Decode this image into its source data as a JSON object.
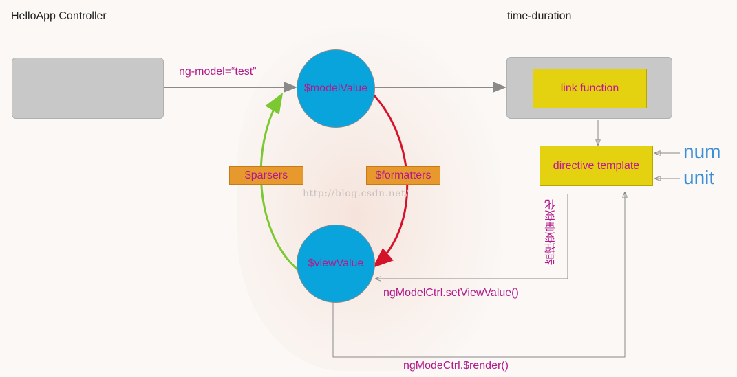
{
  "headers": {
    "controller": "HelloApp Controller",
    "directive": "time-duration"
  },
  "nodes": {
    "model_value": "$modelValue",
    "view_value": "$viewValue",
    "link_function": "link function",
    "directive_template": "directive template"
  },
  "pipelines": {
    "parsers": "$parsers",
    "formatters": "$formatters"
  },
  "edges": {
    "ng_model": "ng-model=“test”",
    "set_view_value": "ngModelCtrl.setViewValue()",
    "render": "ngModeCtrl.$render()",
    "watch_change": "监控变量变化"
  },
  "inputs": {
    "num": "num",
    "unit": "unit"
  },
  "watermark": "http://blog.csdn.net/",
  "colors": {
    "circle": "#0aa4dc",
    "box_gray": "#c8c8c8",
    "box_yellow": "#e4d10f",
    "tag_orange": "#e8992e",
    "label_magenta": "#b01a8c",
    "arrow_gray": "#8a8a8a",
    "arrow_green": "#7cc832",
    "arrow_red": "#d4122a",
    "input_blue": "#3b8fd8"
  }
}
